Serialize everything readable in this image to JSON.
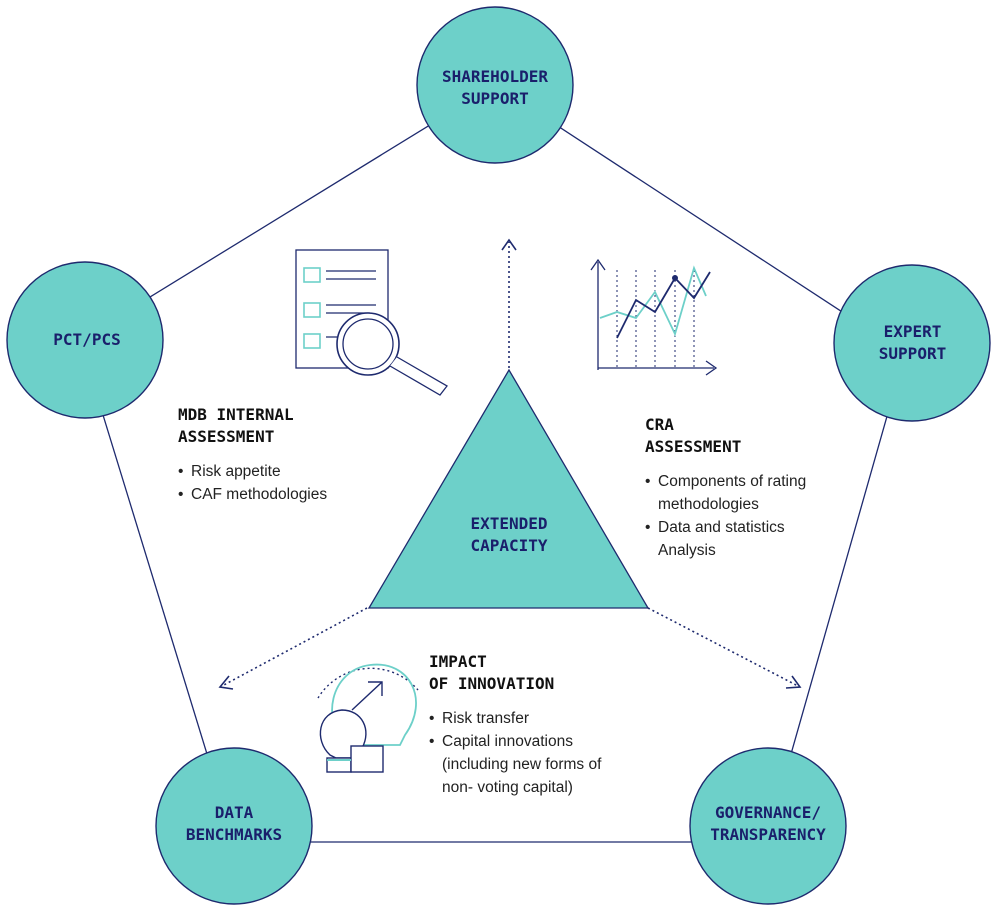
{
  "colors": {
    "accent": "#6dd0c9",
    "accent_stroke": "#1e2a6e",
    "navy": "#1a1f6b",
    "line": "#1e2a6e",
    "icon_teal": "#6dd0c9"
  },
  "nodes": {
    "shareholder": {
      "line1": "SHAREHOLDER",
      "line2": "SUPPORT"
    },
    "pct": {
      "line1": "PCT/PCS"
    },
    "expert": {
      "line1": "EXPERT",
      "line2": "SUPPORT"
    },
    "data": {
      "line1": "DATA",
      "line2": "BENCHMARKS"
    },
    "governance": {
      "line1": "GOVERNANCE/",
      "line2": "TRANSPARENCY"
    }
  },
  "center": {
    "line1": "EXTENDED",
    "line2": "CAPACITY"
  },
  "blocks": {
    "mdb": {
      "title_line1": "MDB INTERNAL",
      "title_line2": "ASSESSMENT",
      "items": [
        "Risk appetite",
        "CAF methodologies"
      ]
    },
    "cra": {
      "title_line1": "CRA",
      "title_line2": "ASSESSMENT",
      "items": [
        "Components of rating methodologies",
        "Data and statistics Analysis"
      ]
    },
    "impact": {
      "title_line1": "IMPACT",
      "title_line2": "OF INNOVATION",
      "items": [
        "Risk transfer",
        "Capital innovations (including new forms of non- voting capital)"
      ]
    }
  },
  "icons": {
    "checklist": "checklist-magnifier-icon",
    "chart": "line-chart-icon",
    "bulb": "lightbulb-icon"
  }
}
